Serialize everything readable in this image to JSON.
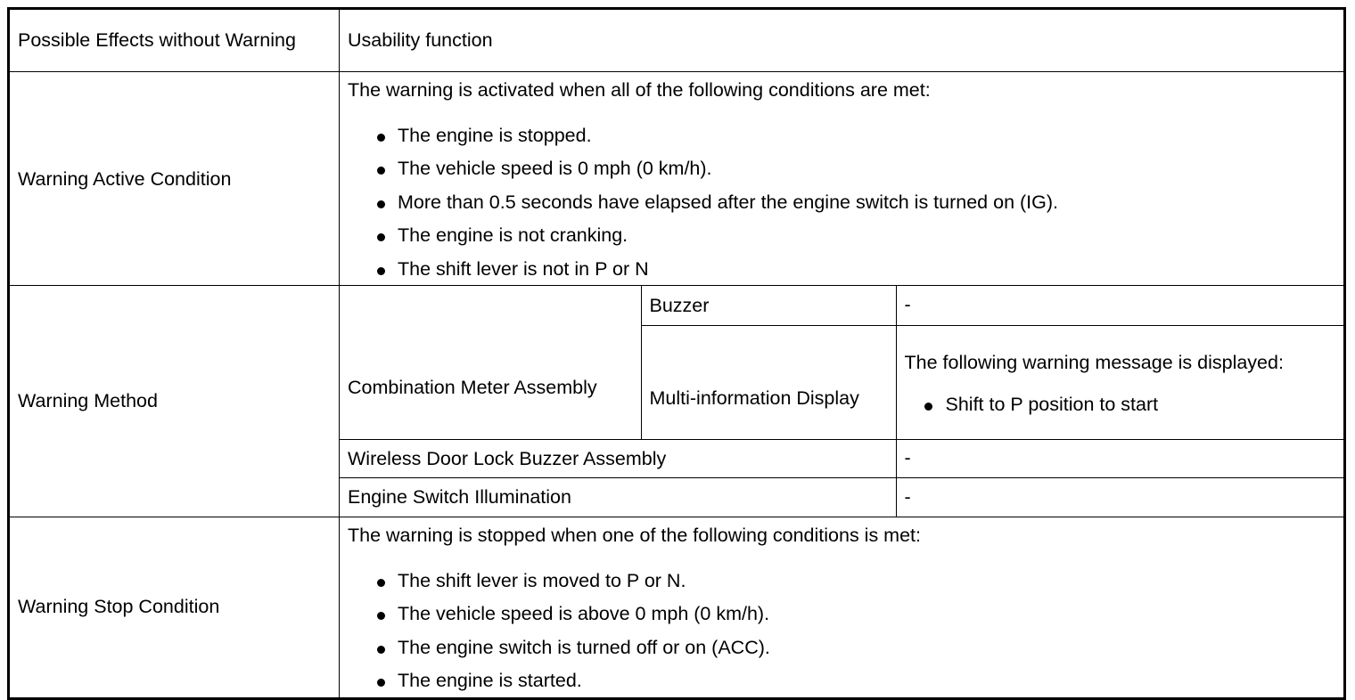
{
  "document": {
    "type": "specification-table",
    "title": "Warning specification table"
  },
  "table": {
    "rows": [
      {
        "id": "possible-effects",
        "label": "Possible Effects without Warning",
        "value": "Usability function"
      },
      {
        "id": "warning-active-condition",
        "label": "Warning Active Condition",
        "lead": "The warning is activated when all of the following conditions are met:",
        "bullets": [
          "The engine is stopped.",
          "The vehicle speed is 0 mph (0 km/h).",
          "More than 0.5 seconds have elapsed after the engine switch is turned on (IG).",
          "The engine is not cranking.",
          "The shift lever is not in P or N"
        ]
      },
      {
        "id": "warning-method",
        "label": "Warning Method",
        "methods": [
          {
            "component": "Combination Meter Assembly",
            "sub_items": [
              {
                "name": "Buzzer",
                "value": "-"
              },
              {
                "name": "Multi-information Display",
                "lead": "The following warning message is displayed:",
                "bullets": [
                  "Shift to P position to start"
                ]
              }
            ]
          },
          {
            "component": "Wireless Door Lock Buzzer Assembly",
            "value": "-"
          },
          {
            "component": "Engine Switch Illumination",
            "value": "-"
          }
        ]
      },
      {
        "id": "warning-stop-condition",
        "label": "Warning Stop Condition",
        "lead": "The warning is stopped when one of the following conditions is met:",
        "bullets": [
          "The shift lever is moved to P or N.",
          "The vehicle speed is above 0 mph (0 km/h).",
          "The engine switch is turned off or on (ACC).",
          "The engine is started."
        ]
      }
    ]
  }
}
